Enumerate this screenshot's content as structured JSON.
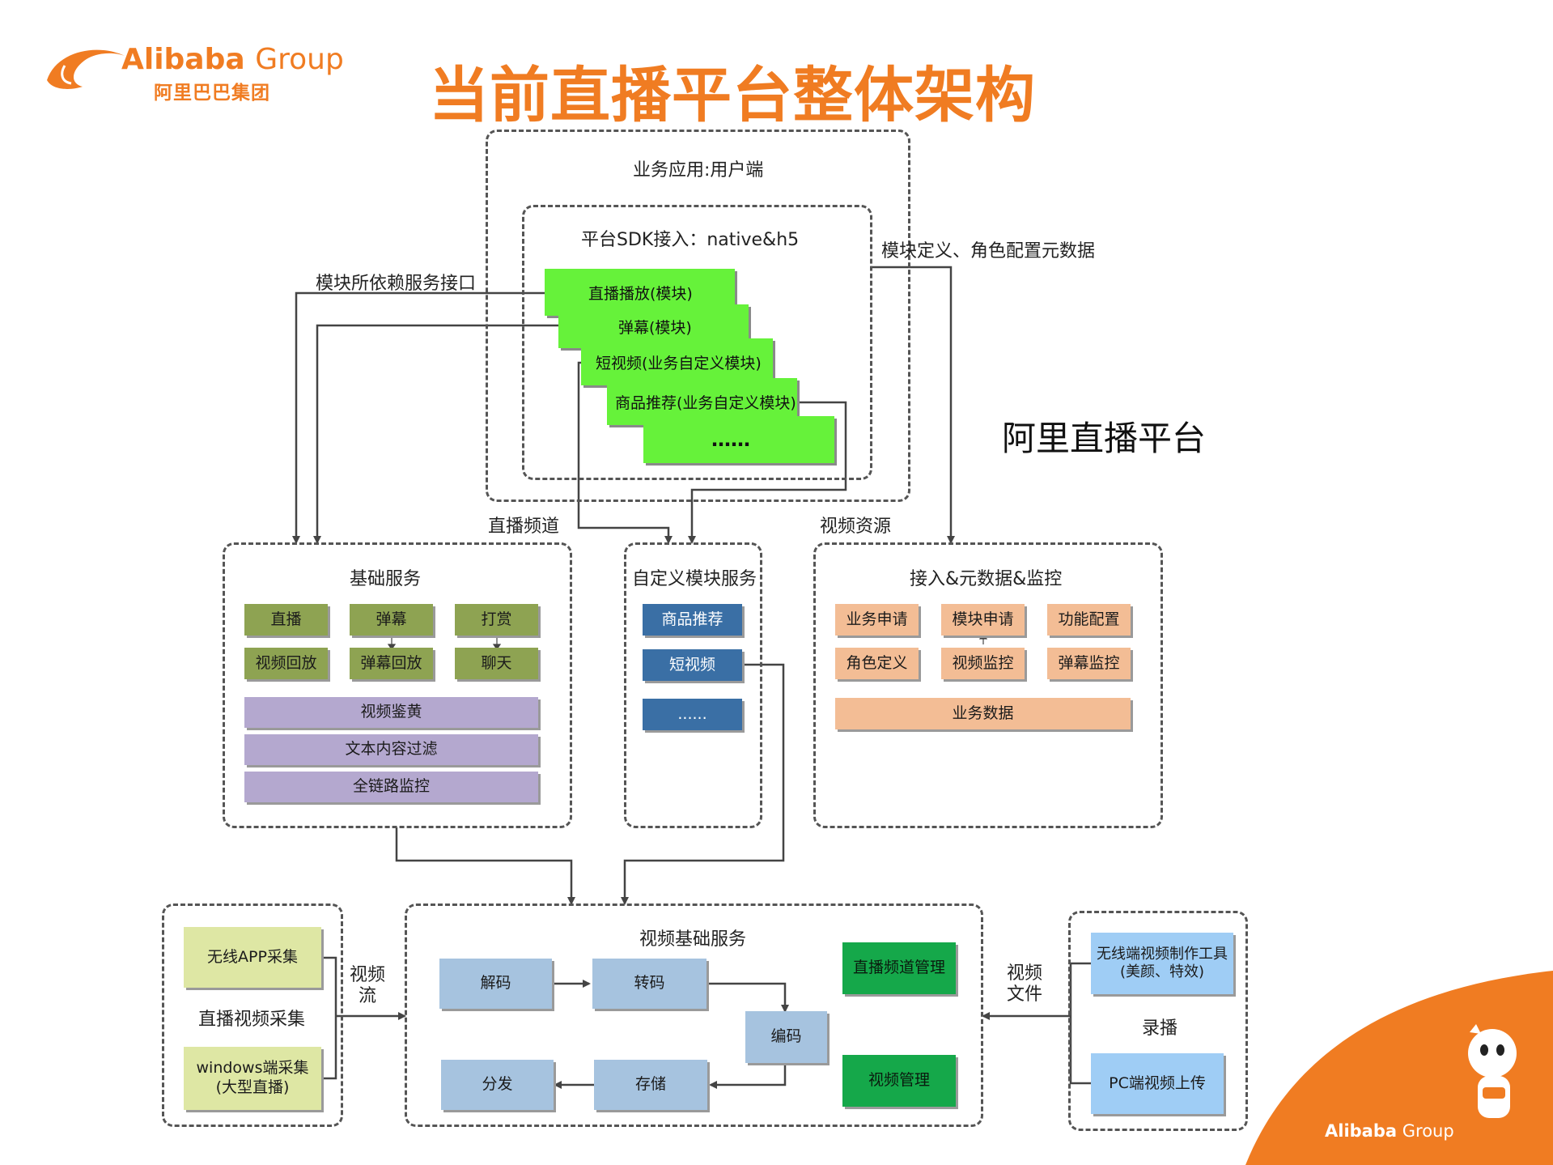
{
  "header": {
    "logo_en_bold": "Alibaba",
    "logo_en_light": "Group",
    "logo_cn": "阿里巴巴集团",
    "title": "当前直播平台整体架构"
  },
  "platform_label": "阿里直播平台",
  "user_app": {
    "title": "业务应用:用户端",
    "sdk_title": "平台SDK接入：native&h5",
    "modules": [
      "直播播放(模块)",
      "弹幕(模块)",
      "短视频(业务自定义模块)",
      "商品推荐(业务自定义模块)",
      "……"
    ]
  },
  "edge_labels": {
    "module_deps": "模块所依赖服务接口",
    "module_meta": "模块定义、角色配置元数据",
    "live_channel": "直播频道",
    "video_resource": "视频资源",
    "video_stream": "视频\n流",
    "video_file": "视频\n文件"
  },
  "basic_service": {
    "title": "基础服务",
    "grid": [
      "直播",
      "弹幕",
      "打赏",
      "视频回放",
      "弹幕回放",
      "聊天"
    ],
    "bars": [
      "视频鉴黄",
      "文本内容过滤",
      "全链路监控"
    ]
  },
  "custom_service": {
    "title": "自定义模块服务",
    "items": [
      "商品推荐",
      "短视频",
      "......"
    ]
  },
  "access_service": {
    "title": "接入&元数据&监控",
    "grid": [
      "业务申请",
      "模块申请",
      "功能配置",
      "角色定义",
      "视频监控",
      "弹幕监控"
    ],
    "bar": "业务数据"
  },
  "capture": {
    "title": "直播视频采集",
    "items": [
      "无线APP采集",
      "windows端采集\n(大型直播)"
    ]
  },
  "video_basic": {
    "title": "视频基础服务",
    "steps": [
      "解码",
      "转码",
      "编码",
      "存储",
      "分发"
    ],
    "mgmt": [
      "直播频道管理",
      "视频管理"
    ]
  },
  "recording": {
    "title": "录播",
    "items": [
      "无线端视频制作工具\n(美颜、特效)",
      "PC端视频上传"
    ]
  },
  "footer_logo": {
    "bold": "Alibaba",
    "light": "Group"
  },
  "colors": {
    "accent_orange": "#f07c22",
    "module_green": "#66f23a",
    "olive": "#8ea352",
    "purple": "#b4a8cf",
    "navy": "#3a6fa5",
    "peach": "#f3bd95",
    "light_blue": "#a6c3df",
    "sky_blue": "#9fcdf5",
    "pale_yellow": "#dee7a4",
    "dark_green": "#15a84a"
  }
}
